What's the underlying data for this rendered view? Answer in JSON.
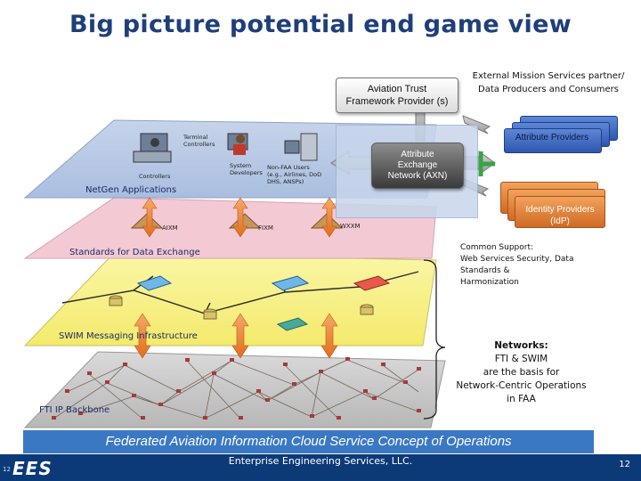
{
  "title": "Big picture potential end game view",
  "trust_framework": {
    "line1": "Aviation Trust",
    "line2": "Framework Provider (s)"
  },
  "external_partners": {
    "line1": "External Mission Services partner/",
    "line2": "Data Producers and Consumers"
  },
  "attribute_providers": "Attribute Providers",
  "identity_providers": {
    "line1": "Identity Providers",
    "line2": "(IdP)"
  },
  "axn": {
    "line1": "Attribute",
    "line2": "Exchange",
    "line3": "Network (AXN)"
  },
  "nextgen": {
    "label": "NetGen Applications",
    "terminal_controllers": {
      "line1": "Terminal",
      "line2": "Controllers"
    },
    "controllers": "Controllers",
    "system_developers": {
      "line1": "System",
      "line2": "Developers"
    },
    "non_faa_users": {
      "line1": "Non-FAA Users",
      "line2": "(e.g., Airlines, DoD",
      "line3": "DHS, ANSPs)"
    }
  },
  "standards": {
    "label": "Standards for Data Exchange",
    "protocols": [
      "AIXM",
      "FIXM",
      "WXXM"
    ]
  },
  "swim": {
    "label": "SWIM Messaging Infrastructure"
  },
  "fti": {
    "label": "FTI IP Backbone"
  },
  "common_support": {
    "line1": "Common Support:",
    "line2": "Web Services Security, Data",
    "line3": "Standards &",
    "line4": "Harmonization"
  },
  "networks": {
    "line1": "Networks:",
    "line2": "FTI & SWIM",
    "line3": "are the basis for",
    "line4": "Network-Centric Operations",
    "line5": "in FAA"
  },
  "banner": "Federated Aviation Information Cloud Service Concept of Operations",
  "footer": {
    "company": "Enterprise Engineering Services, LLC.",
    "logo": "EES",
    "page_left": "12",
    "page_right": "12"
  },
  "colors": {
    "title": "#1f3f7a",
    "nextgen_layer": "#b7c8e3",
    "standards_layer": "#f3c9d3",
    "swim_layer": "#f8f18a",
    "fti_layer": "#c9c9c9",
    "arrow_orange": "#f08a3a",
    "banner": "#3a78c4",
    "footer": "#0c3a78",
    "green_connector": "#3aa24a"
  }
}
